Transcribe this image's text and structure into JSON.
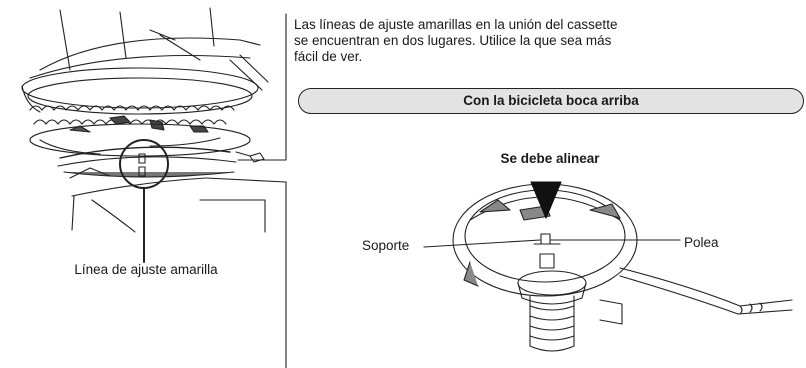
{
  "intro": {
    "lines": [
      "Las líneas de ajuste amarillas en la unión del cassette",
      "se encuentran en dos lugares. Utilice la que sea más",
      "fácil de ver."
    ]
  },
  "banner": {
    "title": "Con la bicicleta boca arriba"
  },
  "detail": {
    "align_label": "Se debe alinear",
    "support_label": "Soporte",
    "pulley_label": "Polea"
  },
  "left_figure": {
    "callout_label": "Línea de ajuste amarilla"
  }
}
